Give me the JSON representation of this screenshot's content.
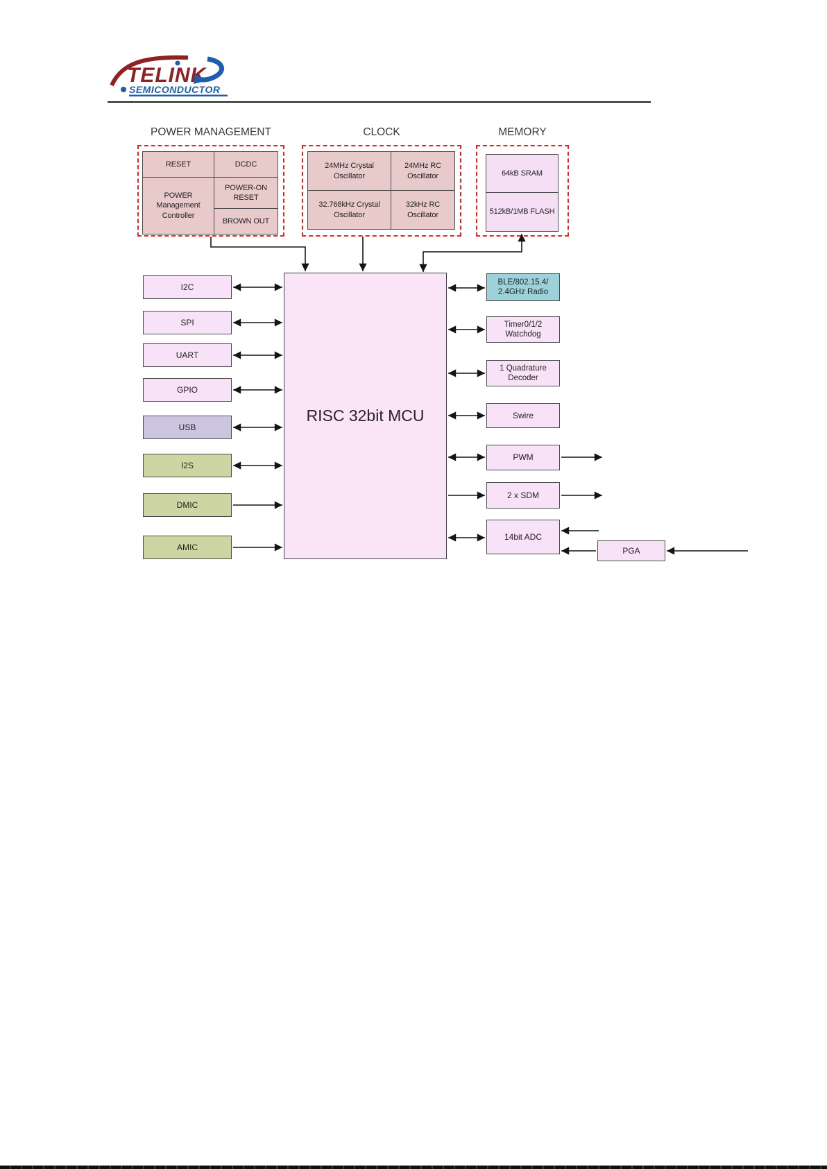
{
  "logo": {
    "brand": "TELINK",
    "subtitle": "SEMICONDUCTOR"
  },
  "titles": {
    "power": "POWER MANAGEMENT",
    "clock": "CLOCK",
    "memory": "MEMORY"
  },
  "power": {
    "reset": "RESET",
    "dcdc": "DCDC",
    "power_on_reset": "POWER-ON RESET",
    "controller": "POWER Management Controller",
    "brown_out": "BROWN OUT"
  },
  "clock": {
    "crystal_24mhz": "24MHz Crystal Oscillator",
    "rc_24mhz": "24MHz RC Oscillator",
    "crystal_32khz": "32.768kHz Crystal Oscillator",
    "rc_32khz": "32kHz RC Oscillator"
  },
  "memory": {
    "sram": "64kB SRAM",
    "flash": "512kB/1MB FLASH"
  },
  "mcu": {
    "label": "RISC 32bit MCU"
  },
  "left": {
    "i2c": "I2C",
    "spi": "SPI",
    "uart": "UART",
    "gpio": "GPIO",
    "usb": "USB",
    "i2s": "I2S",
    "dmic": "DMIC",
    "amic": "AMIC"
  },
  "right": {
    "radio": "BLE/802.15.4/ 2.4GHz Radio",
    "timer": "Timer0/1/2 Watchdog",
    "quadrature": "1 Quadrature Decoder",
    "swire": "Swire",
    "pwm": "PWM",
    "sdm": "2 x SDM",
    "adc": "14bit ADC",
    "pga": "PGA"
  },
  "colors": {
    "rose_block": "#e9caca",
    "pink_block": "#f7e2f7",
    "mcu_fill": "#f9e4f8",
    "lavender_block": "#cbc5df",
    "green_block": "#cdd6a2",
    "teal_block": "#9dd2da",
    "dashed_border_red": "#e8251f",
    "arrow_black": "#141414",
    "brand_maroon": "#8f2125",
    "brand_blue": "#1d5fae"
  }
}
